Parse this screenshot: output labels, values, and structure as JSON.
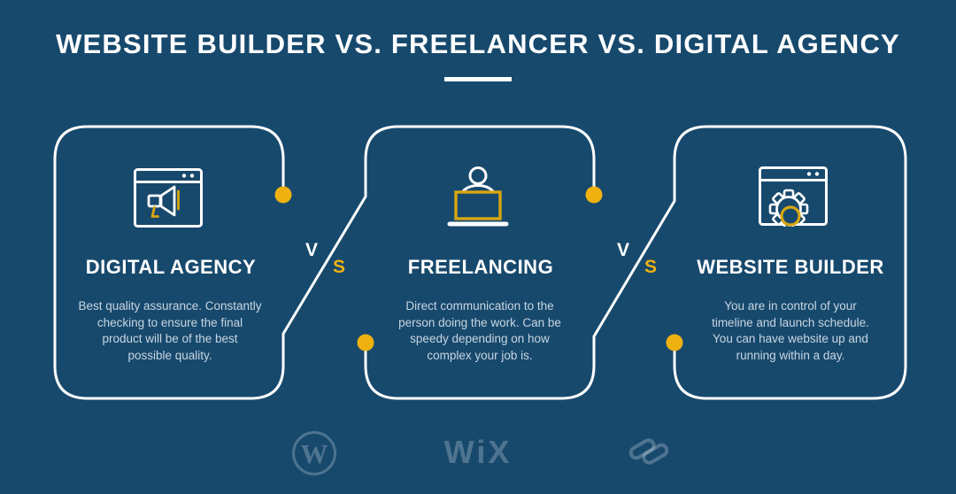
{
  "theme": {
    "bg": "#17496D",
    "ink": "#FFFFFF",
    "accent": "#EFB110",
    "accentDark": "#D9A60F",
    "bodyText": "#C9D6E0",
    "logoTint": "rgba(255,255,255,0.24)"
  },
  "header": {
    "title": "WEBSITE BUILDER VS. FREELANCER VS. DIGITAL AGENCY"
  },
  "panels": [
    {
      "id": "digital-agency",
      "icon": "megaphone-browser-icon",
      "title": "DIGITAL AGENCY",
      "description": "Best quality assurance. Constantly\nchecking to ensure the final\nproduct will be of the best\npossible quality."
    },
    {
      "id": "freelancing",
      "icon": "freelancer-laptop-icon",
      "title": "FREELANCING",
      "description": "Direct communication to the\nperson doing the work. Can be\nspeedy depending on how\ncomplex your job is."
    },
    {
      "id": "website-builder",
      "icon": "gear-browser-icon",
      "title": "WEBSITE BUILDER",
      "description": "You are in control of your\ntimeline and launch schedule.\nYou can have website up and\nrunning within a day."
    }
  ],
  "separators": [
    {
      "v": "V",
      "s": "S"
    },
    {
      "v": "V",
      "s": "S"
    }
  ],
  "footer": {
    "wordpress_label": "W",
    "wix_label": "WiX",
    "logos": [
      "wordpress-logo",
      "wix-logo",
      "squarespace-logo"
    ]
  }
}
